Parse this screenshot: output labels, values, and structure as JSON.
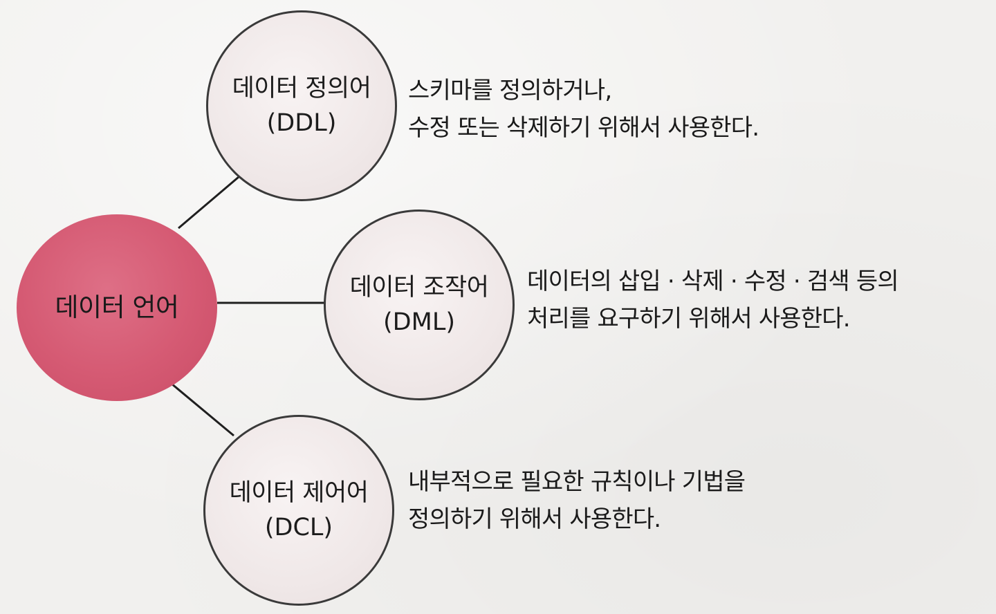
{
  "diagram": {
    "root": {
      "label": "데이터 언어",
      "fill_color": "#d55a73"
    },
    "children": [
      {
        "id": "ddl",
        "title": "데이터 정의어",
        "abbr": "(DDL)",
        "description": [
          "스키마를 정의하거나,",
          "수정 또는 삭제하기 위해서 사용한다."
        ]
      },
      {
        "id": "dml",
        "title": "데이터 조작어",
        "abbr": "(DML)",
        "description": [
          "데이터의 삽입 · 삭제 · 수정 · 검색 등의",
          "처리를 요구하기 위해서 사용한다."
        ]
      },
      {
        "id": "dcl",
        "title": "데이터 제어어",
        "abbr": "(DCL)",
        "description": [
          "내부적으로 필요한 규칙이나 기법을",
          "정의하기 위해서 사용한다."
        ]
      }
    ],
    "colors": {
      "child_border": "#3a3a3a",
      "child_fill": "#efe7e7",
      "connector": "#1f1f1f"
    }
  }
}
